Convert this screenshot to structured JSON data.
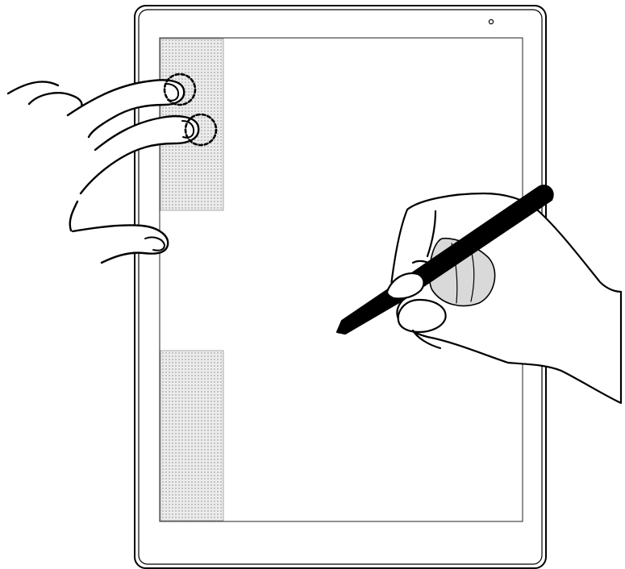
{
  "colors": {
    "background": "#ffffff",
    "line": "#000000",
    "screen_border": "#222222",
    "touch_zone_fill": "#ececec",
    "touch_zone_dots": "#5a5a5a",
    "pen_body": "#000000",
    "thumb_shading": "#d9d9d9"
  },
  "device": {
    "type": "tablet",
    "orientation": "portrait",
    "camera_icon": "camera-dot-icon"
  },
  "touch_zones": [
    {
      "id": "upper-left",
      "pattern": "dotted"
    },
    {
      "id": "lower-left",
      "pattern": "dotted"
    }
  ],
  "gesture": {
    "finger_count": 2,
    "touch_indicator_icon": "dashed-circle-icon"
  },
  "pen": {
    "icon": "stylus-icon",
    "held_in": "right-hand"
  }
}
